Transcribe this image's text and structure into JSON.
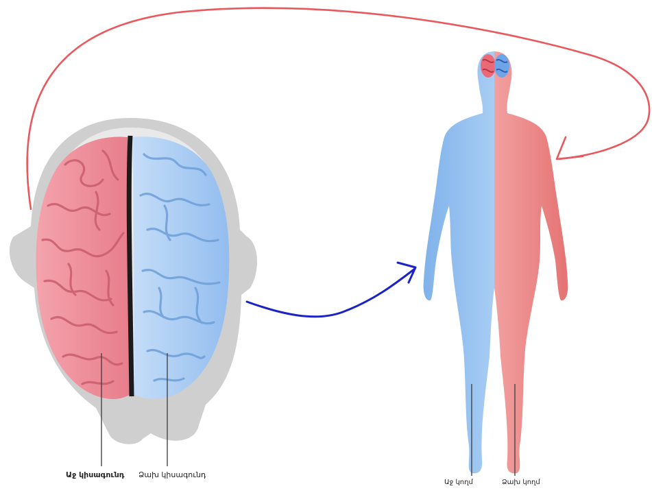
{
  "labels": {
    "right_hemisphere": "Աջ կիսագունդ",
    "left_hemisphere": "Ձախ կիսագունդ",
    "right_side": "Աջ կողմ",
    "left_side": "Ձախ կողմ"
  },
  "colors": {
    "right_hemisphere": "#f08c98",
    "left_hemisphere": "#a9cdf4",
    "body_blue": "#8fbdef",
    "body_red": "#ef8a8a",
    "head_gray": "#c8c8c8",
    "arrow_red": "#e8585c",
    "arrow_blue": "#1a22c8"
  },
  "icons": {
    "brain": "brain-illustration",
    "body": "human-body-illustration"
  }
}
